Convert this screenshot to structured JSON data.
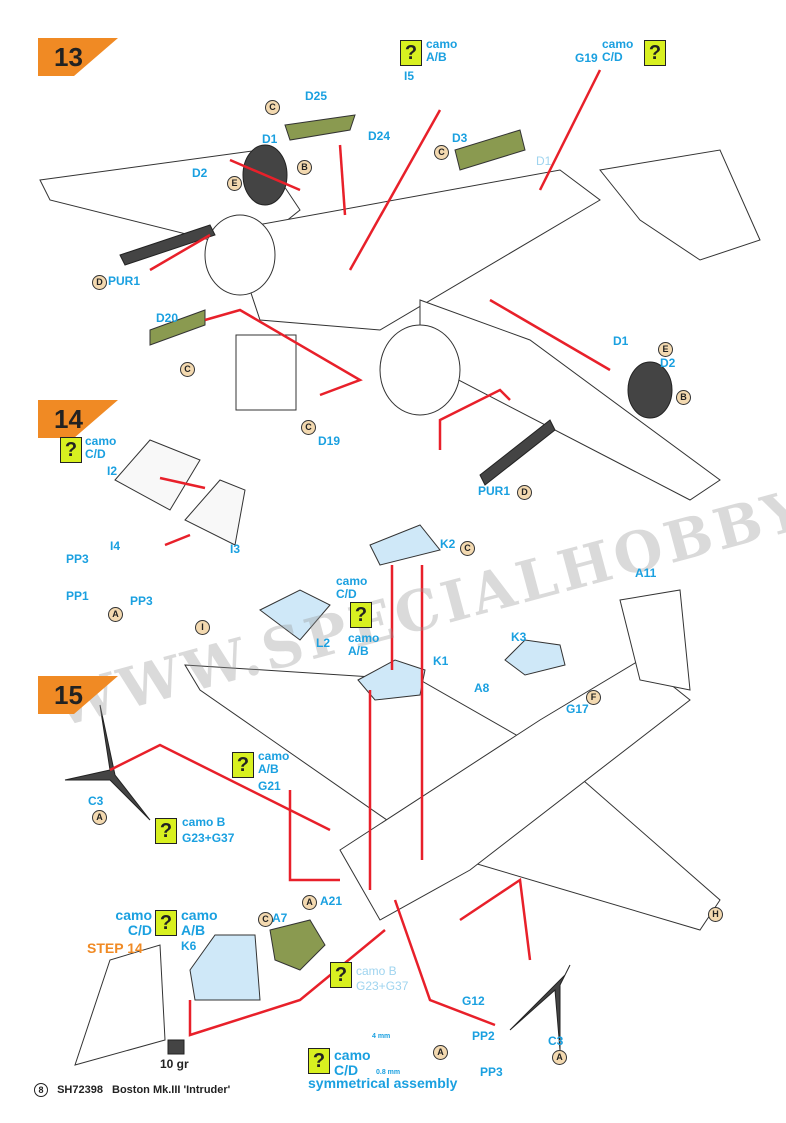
{
  "steps": [
    "13",
    "14",
    "15"
  ],
  "camo": {
    "ab": "camo A/B",
    "cd": "camo C/D",
    "b": "camo B",
    "q": "?"
  },
  "parts": {
    "s13": [
      "I5",
      "G19",
      "D25",
      "D24",
      "D1",
      "D2",
      "D3",
      "D1",
      "PUR1",
      "D20",
      "D19",
      "D1",
      "D2",
      "PUR1"
    ],
    "s14": [
      "I2",
      "I4",
      "I3",
      "PP3",
      "PP1",
      "PP3"
    ],
    "s15": [
      "K2",
      "L2",
      "K1",
      "K3",
      "A11",
      "A8",
      "G17",
      "C3",
      "G21",
      "G23+G37",
      "A21",
      "A7",
      "K6",
      "G12",
      "PP2",
      "PP3",
      "C3",
      "G23+G37"
    ]
  },
  "paint_codes": [
    "C",
    "E",
    "B",
    "D",
    "C",
    "C",
    "E",
    "B",
    "D",
    "C",
    "A",
    "C",
    "I",
    "F",
    "A",
    "A",
    "C",
    "A",
    "H",
    "A"
  ],
  "notes": {
    "step_ref": "STEP 14",
    "weight": "10 gr",
    "mm4": "4 mm",
    "mm08": "0.8 mm",
    "symmetrical": "symmetrical assembly"
  },
  "footer": {
    "page": "8",
    "code": "SH72398",
    "title": "Boston Mk.III 'Intruder'"
  },
  "watermark": "WWW.SPECIALHOBBY.EU",
  "colors": {
    "step": "#f08a24",
    "label": "#1aa0e0",
    "arrow": "#e8202a",
    "camo_box": "#d8f020",
    "glass": "#cfe8f8",
    "olive": "#8a9a50"
  }
}
